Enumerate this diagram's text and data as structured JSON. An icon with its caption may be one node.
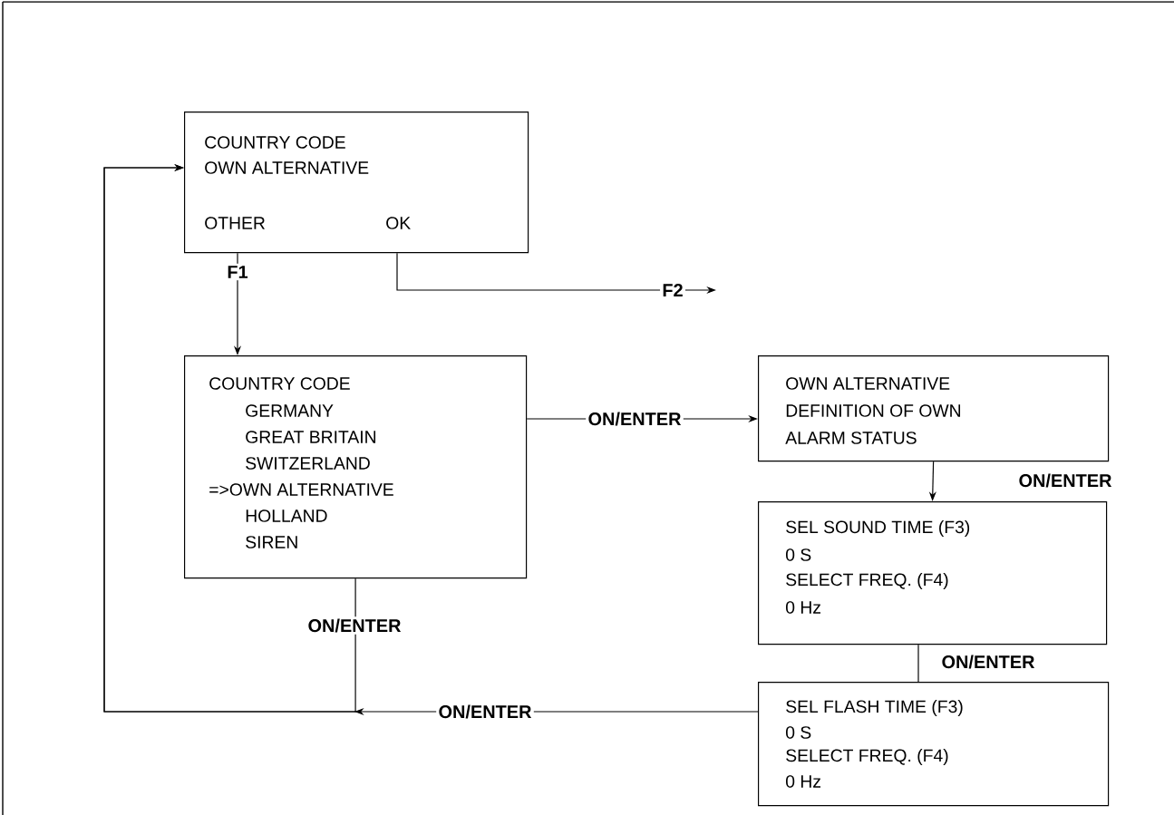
{
  "diagram": {
    "nodes": [
      {
        "text": [
          "COUNTRY CODE",
          "OWN ALTERNATIVE",
          "OTHER",
          "OK"
        ]
      },
      {
        "text": [
          "COUNTRY CODE",
          "GERMANY",
          "GREAT BRITAIN",
          "SWITZERLAND",
          "=>OWN ALTERNATIVE",
          "HOLLAND",
          "SIREN"
        ]
      },
      {
        "text": [
          "OWN ALTERNATIVE",
          "DEFINITION OF OWN",
          "ALARM STATUS"
        ]
      },
      {
        "text": [
          "SEL SOUND TIME (F3)",
          "0 S",
          "SELECT FREQ. (F4)",
          "0 Hz"
        ]
      },
      {
        "text": [
          "SEL FLASH TIME (F3)",
          "0 S",
          "SELECT FREQ. (F4)",
          "0 Hz"
        ]
      }
    ],
    "edges": [
      {
        "from": 0,
        "to": 1,
        "arrow": "to",
        "label": "F1"
      },
      {
        "from": 0,
        "to": null,
        "arrow": "to",
        "label": "F2"
      },
      {
        "from": 1,
        "to": 2,
        "arrow": "to",
        "label": "ON/ENTER"
      },
      {
        "from": 2,
        "to": 3,
        "arrow": "to",
        "label": "ON/ENTER"
      },
      {
        "from": 3,
        "to": 4,
        "arrow": "none",
        "label": "ON/ENTER"
      },
      {
        "from": 1,
        "to": 0,
        "arrow": "to",
        "label": "ON/ENTER"
      },
      {
        "from": 4,
        "to": 0,
        "arrow": "to",
        "label": "ON/ENTER"
      }
    ]
  }
}
